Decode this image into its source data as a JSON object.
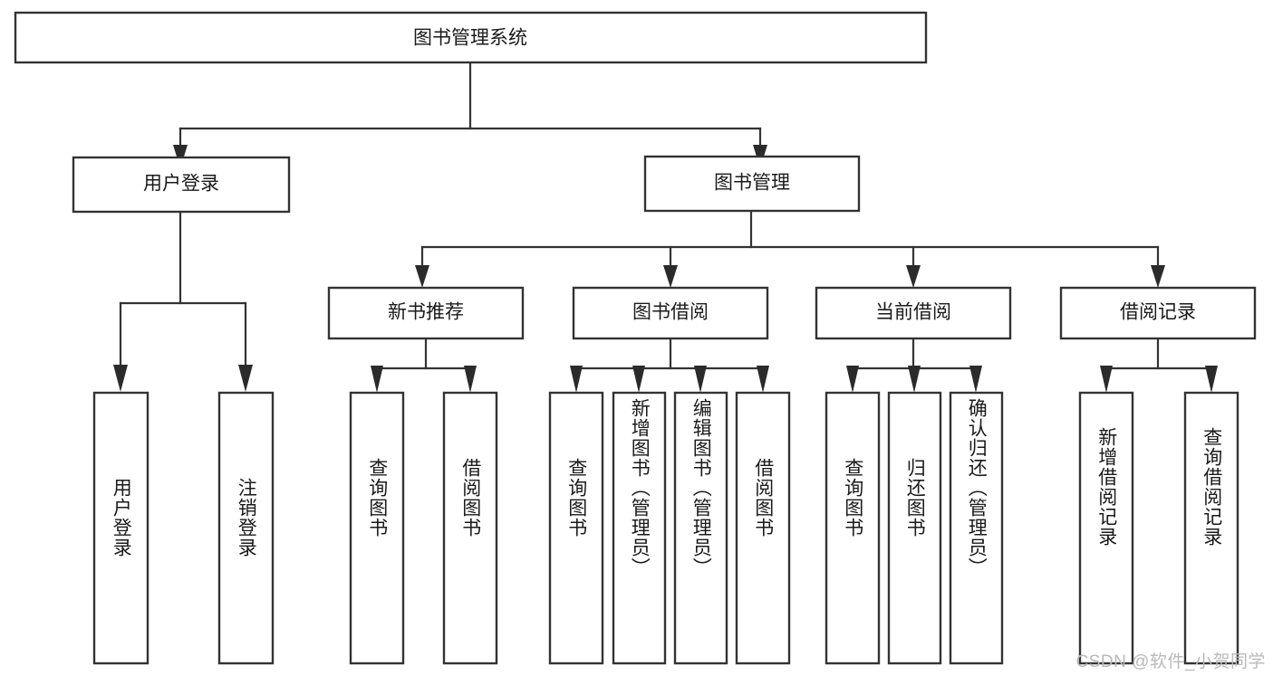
{
  "diagram": {
    "type": "tree-hierarchy-chart",
    "title": "图书管理系统",
    "orientation": "top-down",
    "colors": {
      "box_stroke": "#333333",
      "box_fill": "#ffffff",
      "connector": "#333333",
      "arrow": "#2b2b2b",
      "text": "#1a1a1a",
      "watermark": "#b9b9b9",
      "background": "#ffffff"
    },
    "levels": {
      "root": {
        "label": "图书管理系统",
        "orientation": "horizontal"
      },
      "level2": [
        {
          "label": "用户登录",
          "orientation": "horizontal"
        },
        {
          "label": "图书管理",
          "orientation": "horizontal"
        }
      ],
      "level3": [
        {
          "label": "新书推荐",
          "orientation": "horizontal"
        },
        {
          "label": "图书借阅",
          "orientation": "horizontal"
        },
        {
          "label": "当前借阅",
          "orientation": "horizontal"
        },
        {
          "label": "借阅记录",
          "orientation": "horizontal"
        }
      ],
      "leaves": {
        "user_login": [
          {
            "label": "用户登录",
            "orientation": "vertical"
          },
          {
            "label": "注销登录",
            "orientation": "vertical"
          }
        ],
        "new_book_recommend": [
          {
            "label": "查询图书",
            "orientation": "vertical"
          },
          {
            "label": "借阅图书",
            "orientation": "vertical"
          }
        ],
        "book_borrow": [
          {
            "label": "查询图书",
            "orientation": "vertical"
          },
          {
            "label": "新增图书（管理员）",
            "orientation": "vertical"
          },
          {
            "label": "编辑图书（管理员）",
            "orientation": "vertical"
          },
          {
            "label": "借阅图书",
            "orientation": "vertical"
          }
        ],
        "current_borrow": [
          {
            "label": "查询图书",
            "orientation": "vertical"
          },
          {
            "label": "归还图书",
            "orientation": "vertical"
          },
          {
            "label": "确认归还（管理员）",
            "orientation": "vertical"
          }
        ],
        "borrow_record": [
          {
            "label": "新增借阅记录",
            "orientation": "vertical"
          },
          {
            "label": "查询借阅记录",
            "orientation": "vertical"
          }
        ]
      }
    },
    "watermark": "CSDN @软件_小贺同学"
  }
}
